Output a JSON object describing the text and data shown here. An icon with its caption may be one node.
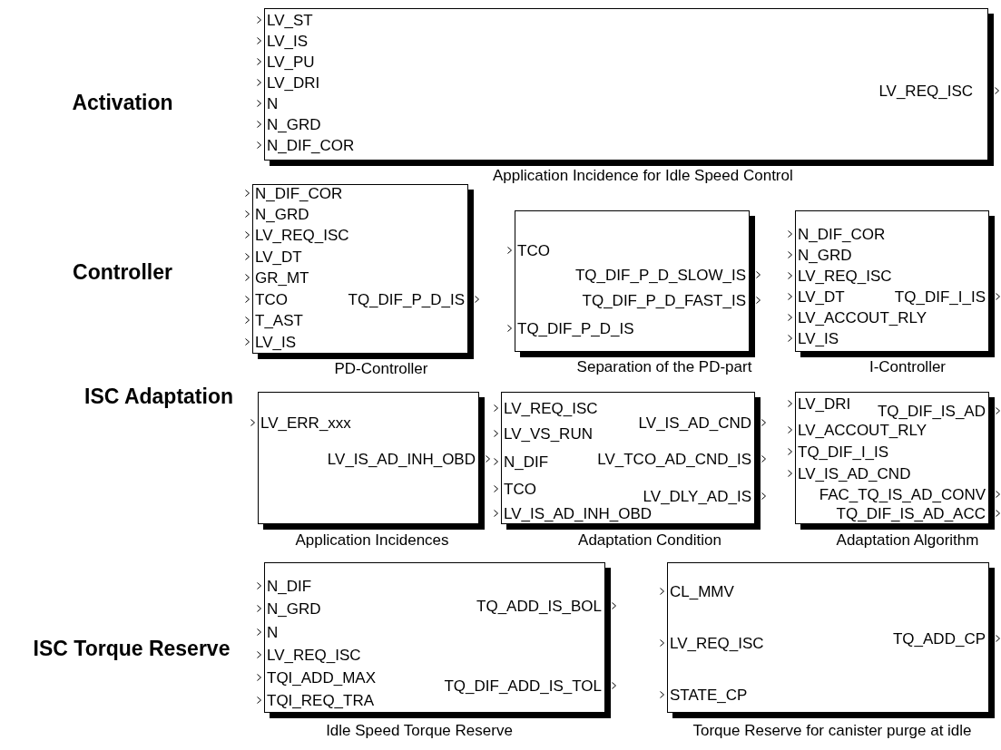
{
  "diagram": {
    "nodes": [
      {
        "text": [
          "LV_ST",
          "LV_IS",
          "LV_PU",
          "LV_DRI",
          "N",
          "N_GRD",
          "N_DIF_COR",
          "LV_REQ_ISC"
        ],
        "beside": [
          "Application Incidence for Idle Speed Control"
        ]
      },
      {
        "text": [
          "N_DIF_COR",
          "N_GRD",
          "LV_REQ_ISC",
          "LV_DT",
          "GR_MT",
          "TCO",
          "T_AST",
          "LV_IS",
          "TQ_DIF_P_D_IS"
        ],
        "beside": [
          "PD-Controller"
        ]
      },
      {
        "text": [
          "TCO",
          "TQ_DIF_P_D_SLOW_IS",
          "TQ_DIF_P_D_FAST_IS",
          "TQ_DIF_P_D_IS"
        ],
        "beside": [
          "Separation of the PD-part"
        ]
      },
      {
        "text": [
          "N_DIF_COR",
          "N_GRD",
          "LV_REQ_ISC",
          "LV_DT",
          "LV_ACCOUT_RLY",
          "LV_IS",
          "TQ_DIF_I_IS"
        ],
        "beside": [
          "I-Controller"
        ]
      },
      {
        "text": [
          "LV_ERR_xxx",
          "LV_IS_AD_INH_OBD"
        ],
        "beside": [
          "Application Incidences"
        ]
      },
      {
        "text": [
          "LV_REQ_ISC",
          "LV_VS_RUN",
          "N_DIF",
          "TCO",
          "LV_IS_AD_INH_OBD",
          "LV_IS_AD_CND",
          "LV_TCO_AD_CND_IS",
          "LV_DLY_AD_IS"
        ],
        "beside": [
          "Adaptation Condition"
        ]
      },
      {
        "text": [
          "LV_DRI",
          "LV_ACCOUT_RLY",
          "TQ_DIF_I_IS",
          "LV_IS_AD_CND",
          "TQ_DIF_IS_AD",
          "FAC_TQ_IS_AD_CONV",
          "TQ_DIF_IS_AD_ACC"
        ],
        "beside": [
          "Adaptation Algorithm"
        ]
      },
      {
        "text": [
          "N_DIF",
          "N_GRD",
          "N",
          "LV_REQ_ISC",
          "TQI_ADD_MAX",
          "TQI_REQ_TRA",
          "TQ_ADD_IS_BOL",
          "TQ_DIF_ADD_IS_TOL"
        ],
        "beside": [
          "Idle Speed Torque Reserve"
        ]
      },
      {
        "text": [
          "CL_MMV",
          "LV_REQ_ISC",
          "STATE_CP",
          "TQ_ADD_CP"
        ],
        "beside": [
          "Torque Reserve for canister purge at idle"
        ]
      }
    ],
    "edges": [],
    "labels": [
      "Activation",
      "Controller",
      "ISC Adaptation",
      "ISC Torque Reserve"
    ]
  }
}
